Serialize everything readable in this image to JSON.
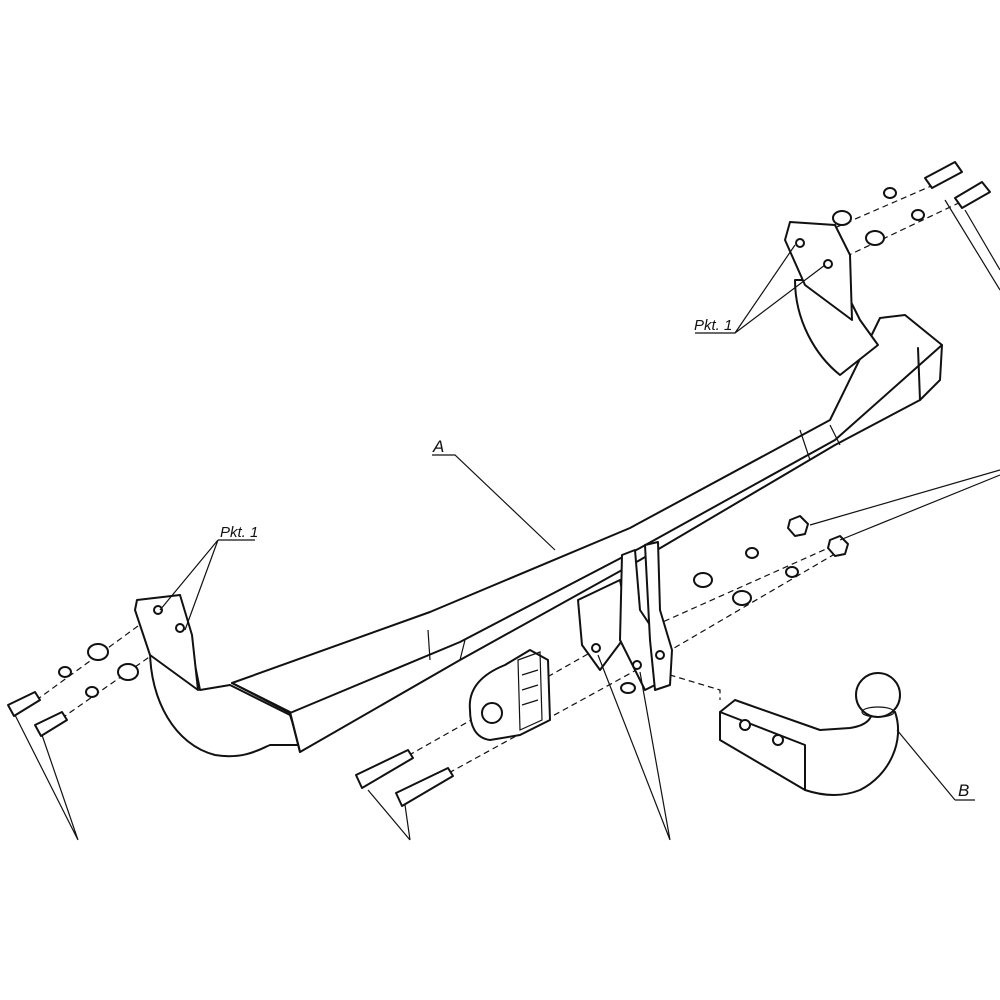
{
  "labels": {
    "part_a": "A",
    "part_b": "B",
    "point_left": "Pkt. 1",
    "point_right": "Pkt. 1"
  },
  "colors": {
    "line": "#111111",
    "background": "#ffffff"
  }
}
